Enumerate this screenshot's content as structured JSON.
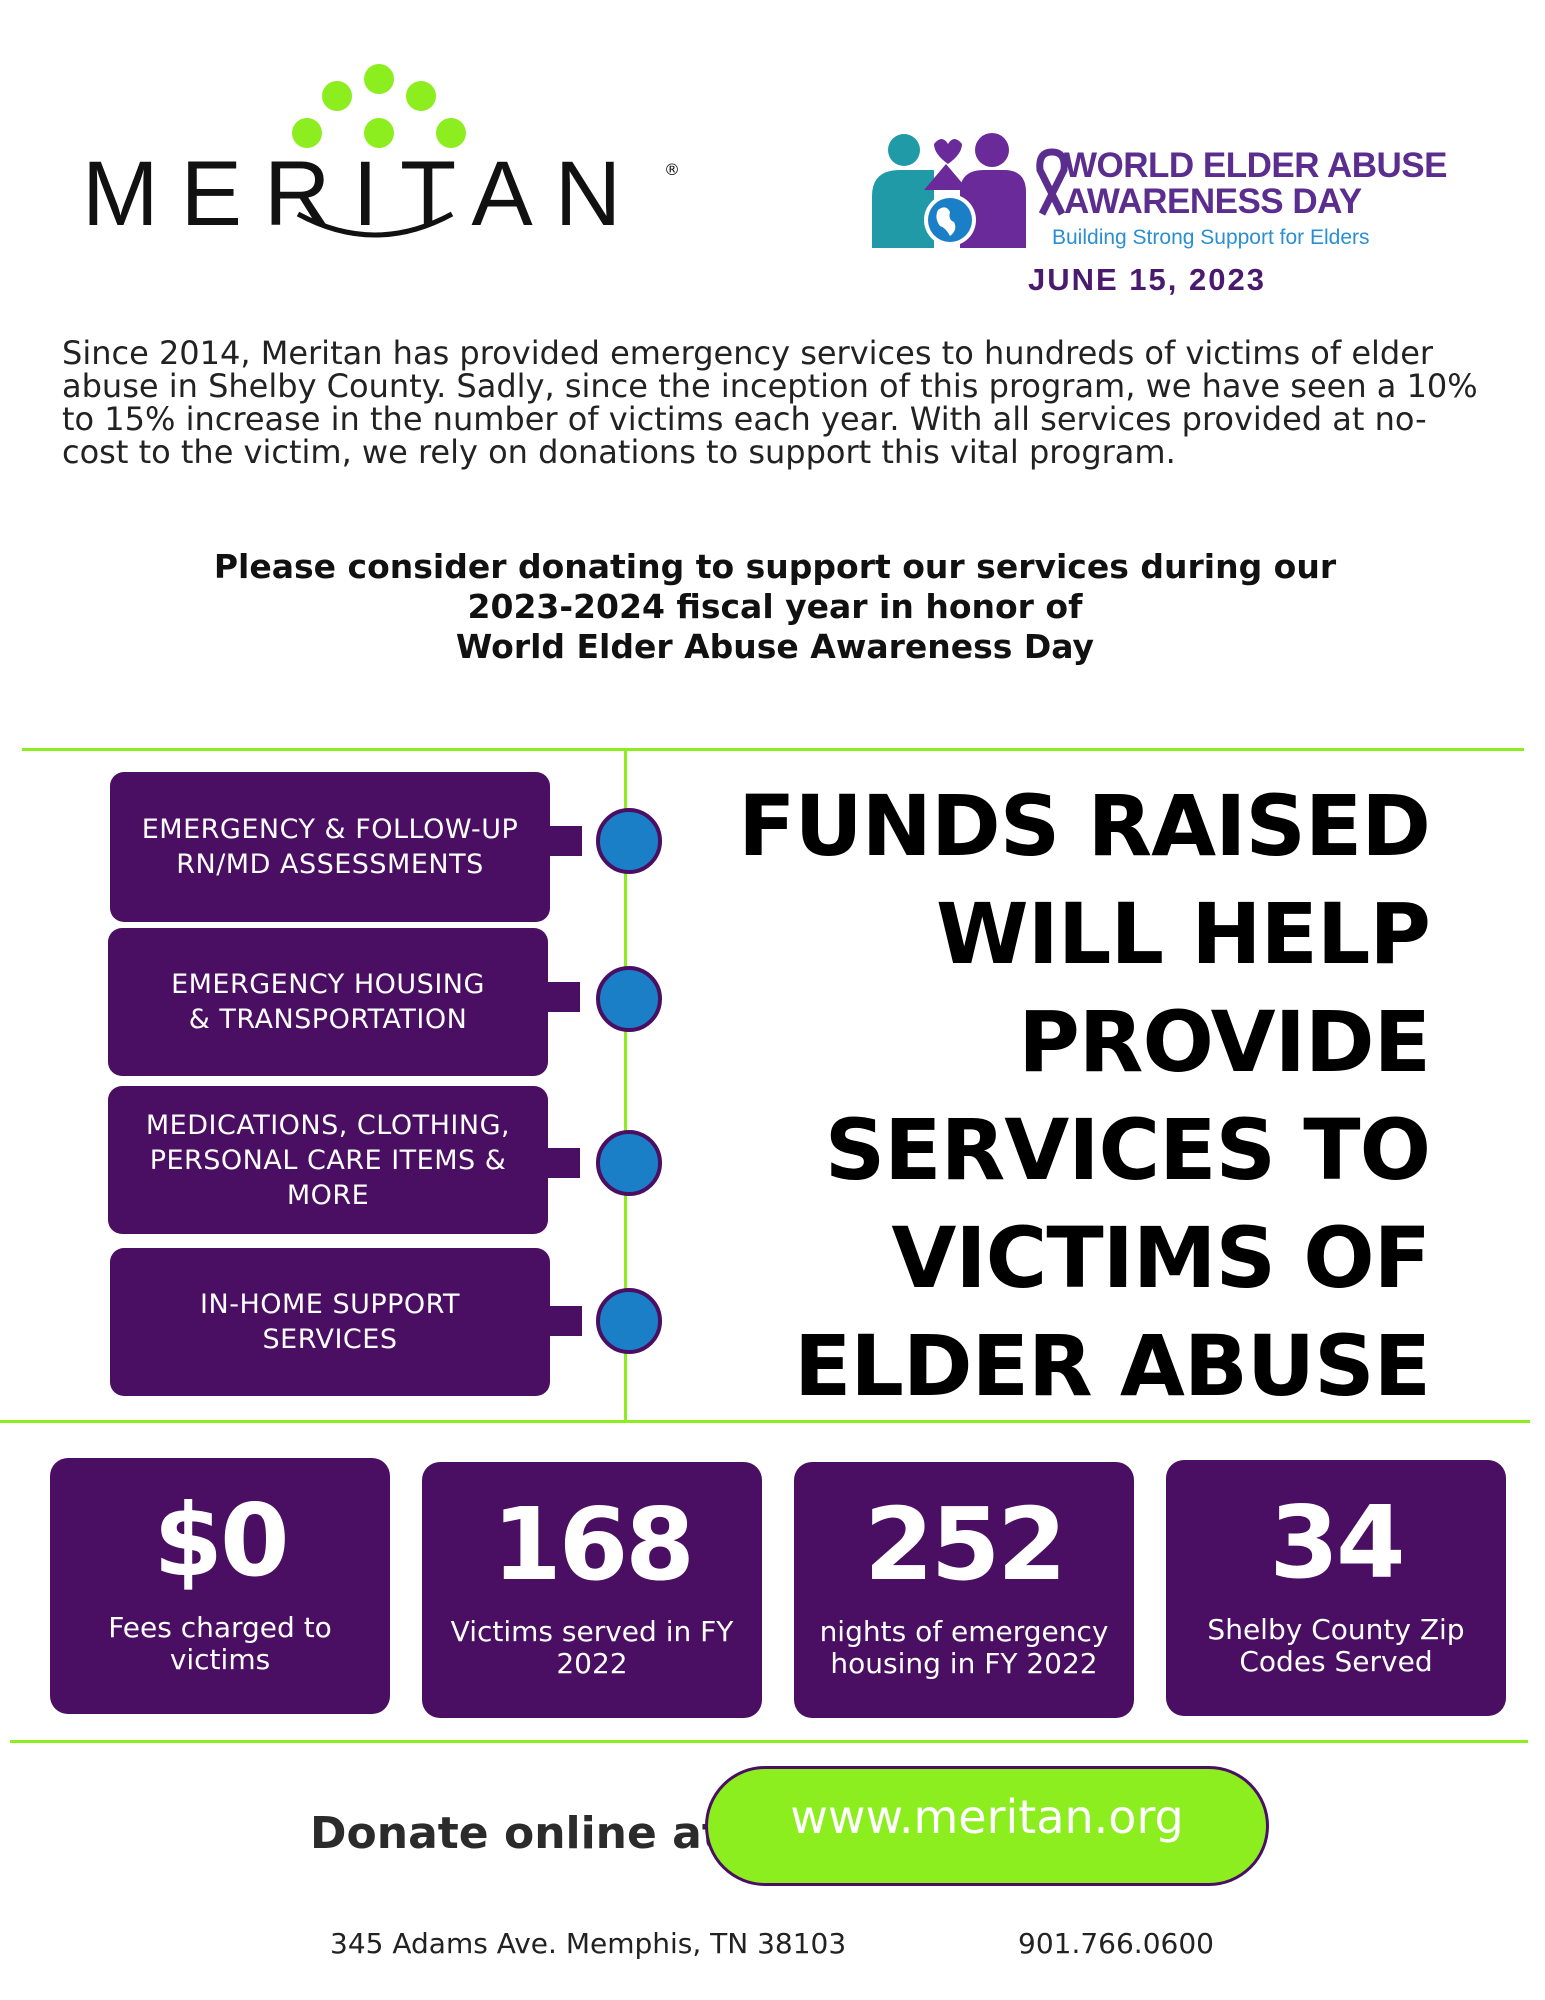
{
  "header": {
    "logo_text": "MERITAN",
    "logo_reg": "®",
    "weaad": {
      "line1": "WORLD ELDER ABUSE",
      "line2": "AWARENESS DAY",
      "tagline": "Building Strong Support for Elders",
      "date": "JUNE 15, 2023"
    }
  },
  "intro": "Since 2014, Meritan has provided emergency services to hundreds of victims of elder abuse in Shelby County.  Sadly, since the inception of this program, we have seen a 10% to 15% increase in the number of victims each year.   With all services provided at no-cost to the victim, we rely on donations to support this vital program.",
  "appeal": {
    "line1": "Please consider donating to support our services during our",
    "line2": "2023-2024 fiscal year in honor of",
    "line3": "World Elder Abuse Awareness Day"
  },
  "services": [
    {
      "label": "EMERGENCY & FOLLOW-UP  RN/MD ASSESSMENTS"
    },
    {
      "label": "EMERGENCY HOUSING & TRANSPORTATION"
    },
    {
      "label": "MEDICATIONS, CLOTHING, PERSONAL CARE ITEMS & MORE"
    },
    {
      "label": "IN-HOME SUPPORT SERVICES"
    }
  ],
  "headline": "FUNDS RAISED WILL HELP PROVIDE SERVICES TO VICTIMS OF ELDER ABUSE",
  "stats": [
    {
      "value": "$0",
      "label": "Fees charged to victims"
    },
    {
      "value": "168",
      "label": "Victims served in FY 2022"
    },
    {
      "value": "252",
      "label": "nights of emergency housing in FY 2022"
    },
    {
      "value": "34",
      "label": "Shelby County Zip Codes Served"
    }
  ],
  "donate": {
    "label": "Donate online at",
    "url_text": "www.meritan.org"
  },
  "footer": {
    "address": "345 Adams Ave. Memphis, TN 38103",
    "phone": "901.766.0600"
  },
  "colors": {
    "purple": "#4a0f63",
    "green": "#8ced1f",
    "blue": "#1b7fc7"
  }
}
